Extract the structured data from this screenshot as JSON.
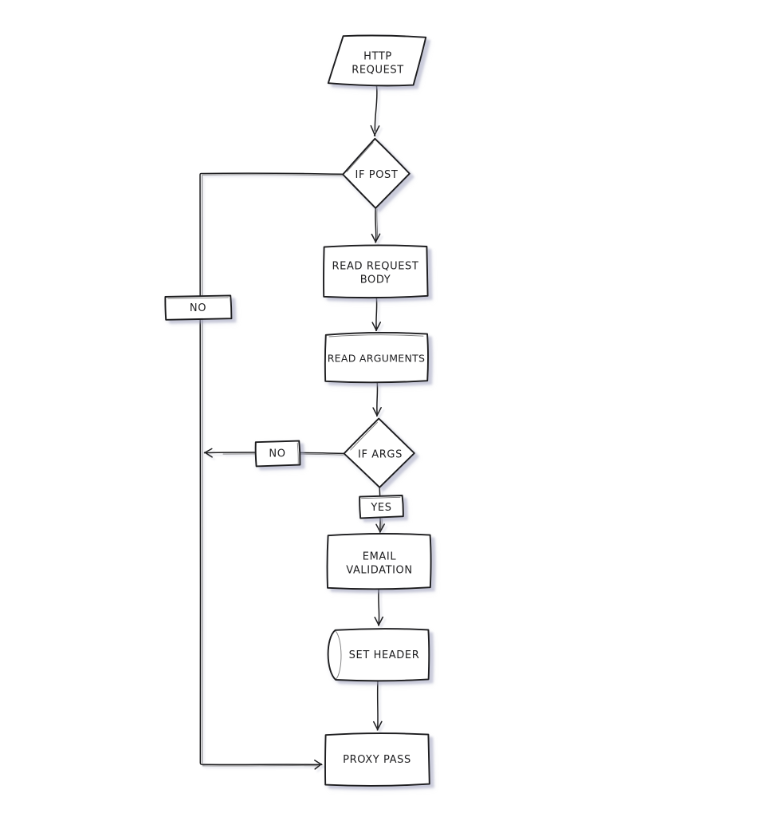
{
  "colors": {
    "ink": "#1c1c1e",
    "node_fill": "#ffffff",
    "background": "#ffffff",
    "shadow": "#9a9eba"
  },
  "nodes": {
    "http_request": {
      "type": "parallelogram-io",
      "lines": [
        "HTTP",
        "REQUEST"
      ]
    },
    "if_post": {
      "type": "decision-diamond",
      "lines": [
        "IF POST"
      ]
    },
    "read_request_body": {
      "type": "process-rectangle",
      "lines": [
        "READ REQUEST",
        "BODY"
      ]
    },
    "read_arguments": {
      "type": "process-rectangle",
      "lines": [
        "READ ARGUMENTS"
      ]
    },
    "if_args": {
      "type": "decision-diamond",
      "lines": [
        "IF ARGS"
      ]
    },
    "email_validation": {
      "type": "process-rectangle",
      "lines": [
        "EMAIL",
        "VALIDATION"
      ]
    },
    "set_header": {
      "type": "stored-data-cylinder",
      "lines": [
        "SET HEADER"
      ]
    },
    "proxy_pass": {
      "type": "process-rectangle",
      "lines": [
        "PROXY PASS"
      ]
    }
  },
  "edge_labels": {
    "if_post_no": "NO",
    "if_args_no": "NO",
    "if_args_yes": "YES"
  }
}
